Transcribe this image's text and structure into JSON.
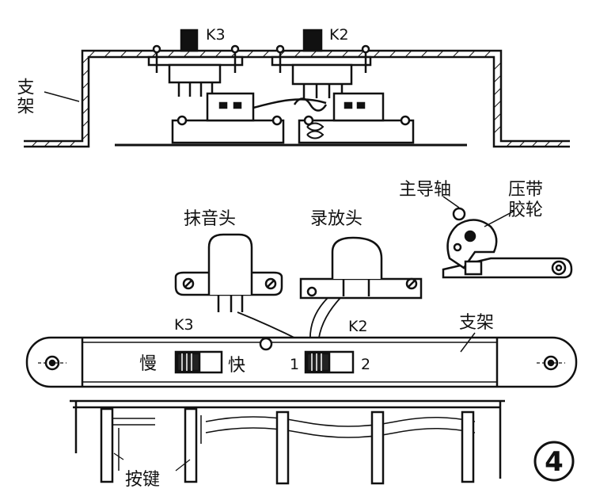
{
  "figure": {
    "number": "4",
    "labels": {
      "k3_top": "K3",
      "k2_top": "K2",
      "bracket_top": "支架",
      "guide_shaft": "主导轴",
      "pinch_roller_1": "压带",
      "pinch_roller_2": "胶轮",
      "erase_head": "抹音头",
      "rec_play_head": "录放头",
      "k3_mid": "K3",
      "k2_mid": "K2",
      "bracket_mid": "支架",
      "slow": "慢",
      "fast": "快",
      "pos_1": "1",
      "pos_2": "2",
      "keys": "按键"
    }
  },
  "colors": {
    "ink": "#111111",
    "paper": "#ffffff"
  }
}
